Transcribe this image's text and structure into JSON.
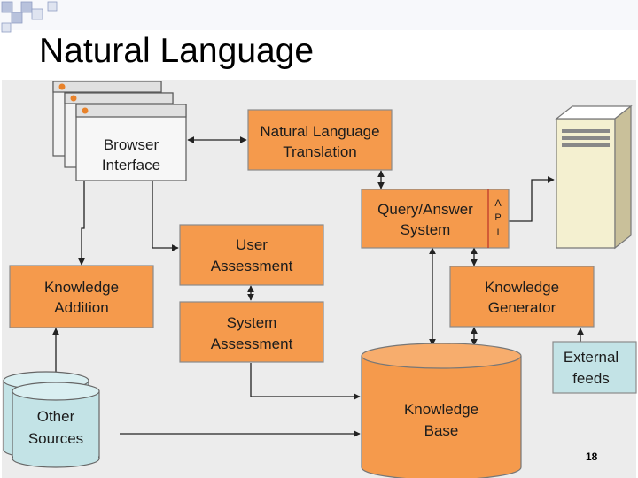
{
  "slide": {
    "title": "Natural Language",
    "page_number": "18"
  },
  "diagram": {
    "browser_interface": [
      "Browser",
      "Interface"
    ],
    "nl_translation": [
      "Natural Language",
      "Translation"
    ],
    "query_answer": [
      "Query/Answer",
      "System"
    ],
    "api_letters": [
      "A",
      "P",
      "I"
    ],
    "user_assessment": [
      "User",
      "Assessment"
    ],
    "system_assessment": [
      "System",
      "Assessment"
    ],
    "knowledge_addition": [
      "Knowledge",
      "Addition"
    ],
    "knowledge_generator": [
      "Knowledge",
      "Generator"
    ],
    "external_feeds": [
      "External",
      "feeds"
    ],
    "other_sources": [
      "Other",
      "Sources"
    ],
    "knowledge_base": [
      "Knowledge",
      "Base"
    ]
  },
  "colors": {
    "orange_box": "#f59a4c",
    "box_text": "#1c1c1c",
    "teal_box": "#c3e3e6",
    "frame_bg": "#ececec",
    "corner_squares": "#b8c2dc"
  }
}
